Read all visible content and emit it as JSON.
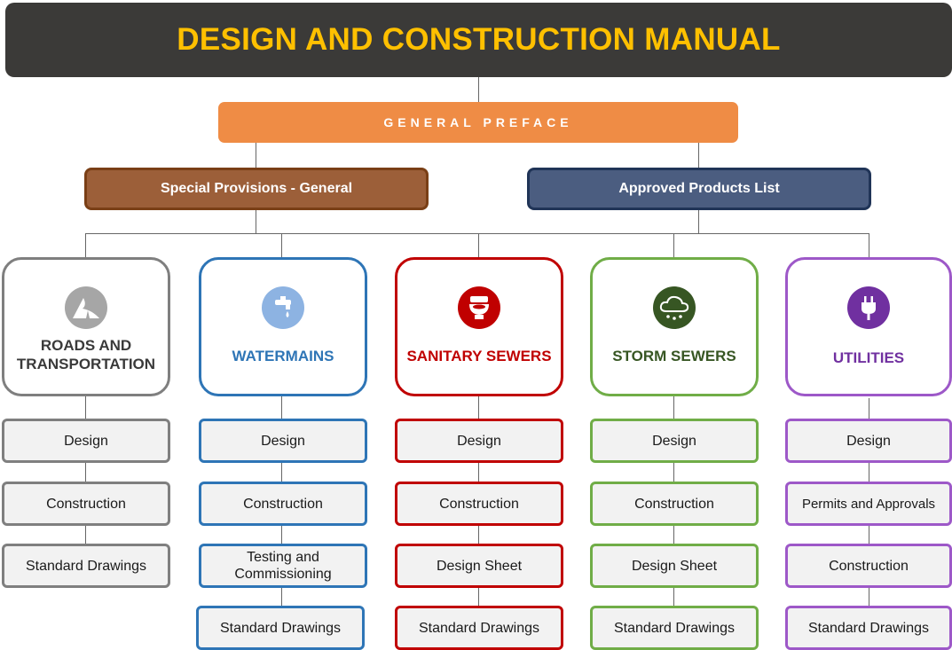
{
  "title": "DESIGN AND CONSTRUCTION MANUAL",
  "preface": "GENERAL PREFACE",
  "special_provisions": "Special Provisions - General",
  "approved_products": "Approved Products List",
  "columns": [
    {
      "label_lines": [
        "ROADS AND",
        "TRANSPORTATION"
      ],
      "icon": "road-icon",
      "color": "#7f7f7f",
      "items": [
        "Design",
        "Construction",
        "Standard Drawings"
      ]
    },
    {
      "label_lines": [
        "WATERMAINS"
      ],
      "icon": "faucet-icon",
      "color": "#2e75b6",
      "items": [
        "Design",
        "Construction",
        "Testing and Commissioning",
        "Standard Drawings"
      ]
    },
    {
      "label_lines": [
        "SANITARY SEWERS"
      ],
      "icon": "toilet-icon",
      "color": "#c00000",
      "items": [
        "Design",
        "Construction",
        "Design Sheet",
        "Standard Drawings"
      ]
    },
    {
      "label_lines": [
        "STORM SEWERS"
      ],
      "icon": "rain-cloud-icon",
      "color": "#70ad47",
      "label_color": "#375623",
      "items": [
        "Design",
        "Construction",
        "Design Sheet",
        "Standard Drawings"
      ]
    },
    {
      "label_lines": [
        "UTILITIES"
      ],
      "icon": "plug-icon",
      "color": "#9d58c8",
      "label_color": "#7030a0",
      "items": [
        "Design",
        "Permits and Approvals",
        "Construction",
        "Standard Drawings"
      ]
    }
  ]
}
